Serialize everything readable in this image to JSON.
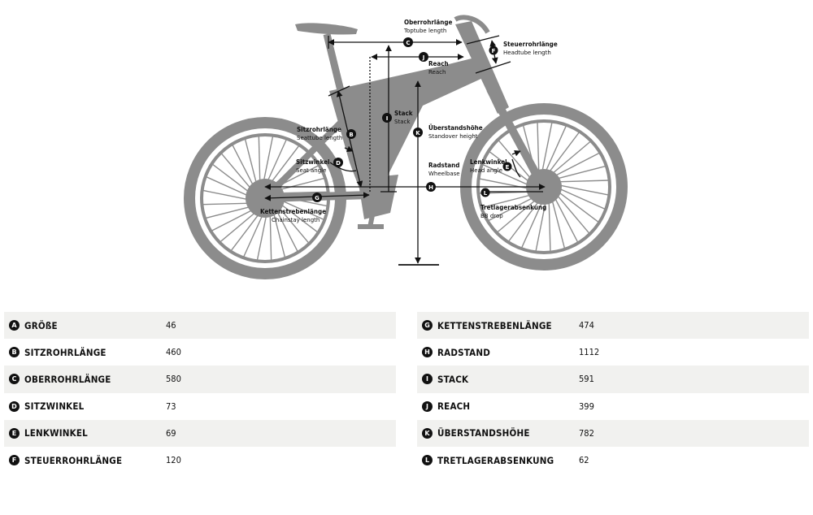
{
  "diagram": {
    "labels": {
      "toptube_de": "Oberrohrlänge",
      "toptube_en": "Toptube length",
      "headtube_de": "Steuerrohrlänge",
      "headtube_en": "Headtube length",
      "reach_de": "Reach",
      "reach_en": "Reach",
      "stack_de": "Stack",
      "stack_en": "Stack",
      "seattube_de": "Sitzrohrlänge",
      "seattube_en": "Seattube length",
      "standover_de": "Überstandshöhe",
      "standover_en": "Standover height",
      "seatangle_de": "Sitzwinkel",
      "seatangle_en": "Seat angle",
      "wheelbase_de": "Radstand",
      "wheelbase_en": "Wheelbase",
      "headangle_de": "Lenkwinkel",
      "headangle_en": "Head angle",
      "chainstay_de": "Kettenstrebenlänge",
      "chainstay_en": "Chainstay length",
      "bbdrop_de": "Tretlagerabsenkung",
      "bbdrop_en": "BB drop"
    },
    "badges": {
      "c": "C",
      "f": "F",
      "j": "J",
      "i": "I",
      "b": "B",
      "k": "K",
      "d": "D",
      "e": "E",
      "h": "H",
      "l": "L",
      "g": "G"
    }
  },
  "geometry_left": [
    {
      "letter": "A",
      "name": "GRÖßE",
      "value": "46"
    },
    {
      "letter": "B",
      "name": "SITZROHRLÄNGE",
      "value": "460"
    },
    {
      "letter": "C",
      "name": "OBERROHRLÄNGE",
      "value": "580"
    },
    {
      "letter": "D",
      "name": "SITZWINKEL",
      "value": "73"
    },
    {
      "letter": "E",
      "name": "LENKWINKEL",
      "value": "69"
    },
    {
      "letter": "F",
      "name": "STEUERROHRLÄNGE",
      "value": "120"
    }
  ],
  "geometry_right": [
    {
      "letter": "G",
      "name": "KETTENSTREBENLÄNGE",
      "value": "474"
    },
    {
      "letter": "H",
      "name": "RADSTAND",
      "value": "1112"
    },
    {
      "letter": "I",
      "name": "STACK",
      "value": "591"
    },
    {
      "letter": "J",
      "name": "REACH",
      "value": "399"
    },
    {
      "letter": "K",
      "name": "ÜBERSTANDSHÖHE",
      "value": "782"
    },
    {
      "letter": "L",
      "name": "TRETLAGERABSENKUNG",
      "value": "62"
    }
  ],
  "colors": {
    "bike_gray": "#8c8c8c",
    "row_shade": "#f1f1ef",
    "ink": "#111111"
  }
}
